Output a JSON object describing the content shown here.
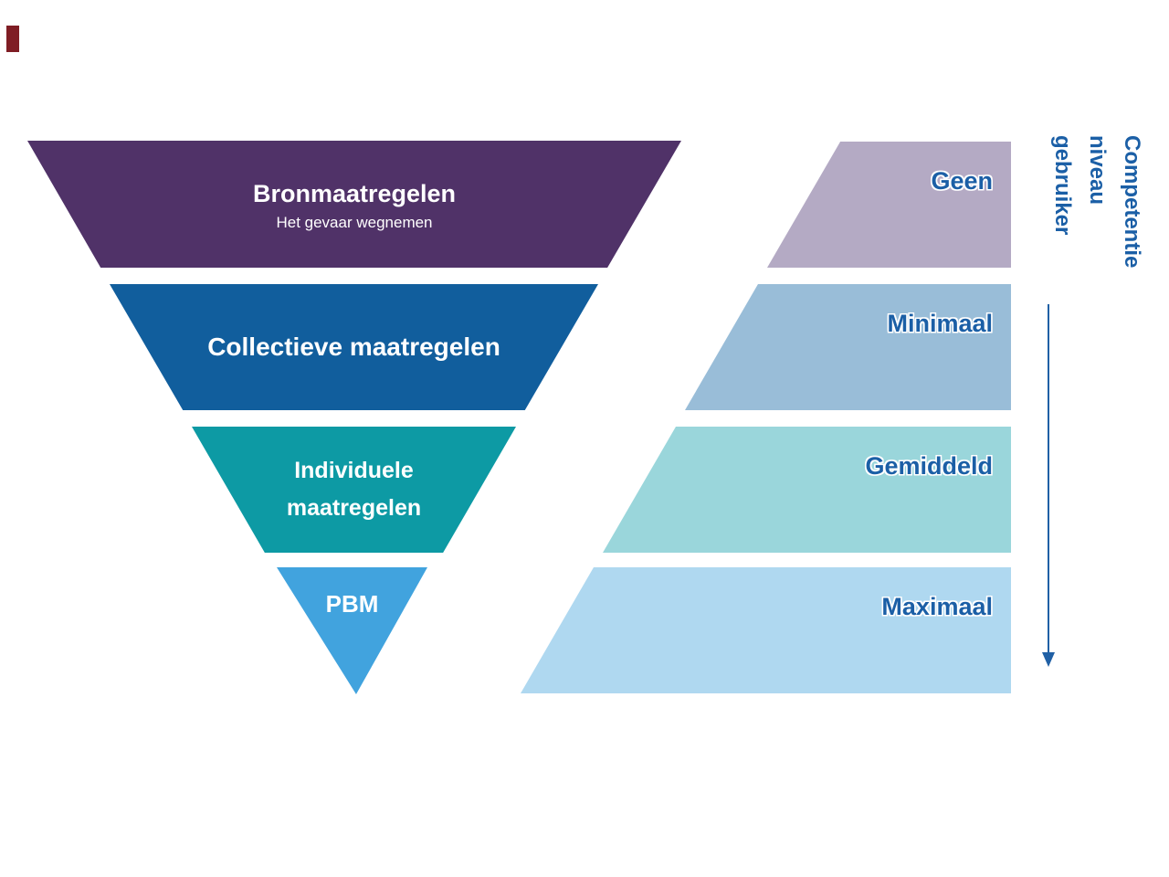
{
  "pyramid": {
    "levels": [
      {
        "title": "Bronmaatregelen",
        "subtitle": "Het gevaar wegnemen",
        "color": "#503268"
      },
      {
        "title": "Collectieve maatregelen",
        "color": "#115e9d"
      },
      {
        "title": "Individuele maatregelen",
        "color": "#0d9aa4"
      },
      {
        "title": "PBM",
        "color": "#41a3de"
      }
    ]
  },
  "competence_scale": {
    "levels": [
      {
        "label": "Geen",
        "color": "#b4aac4"
      },
      {
        "label": "Minimaal",
        "color": "#99bdd8"
      },
      {
        "label": "Gemiddeld",
        "color": "#9ad6db"
      },
      {
        "label": "Maximaal",
        "color": "#afd8f0"
      }
    ],
    "axis_label": {
      "line1": "Competentie",
      "line2": "niveau",
      "line3": "gebruiker"
    },
    "text_color": "#1b5fa6",
    "arrow_color": "#2060a5"
  },
  "accent": {
    "color": "#7f1d24"
  }
}
